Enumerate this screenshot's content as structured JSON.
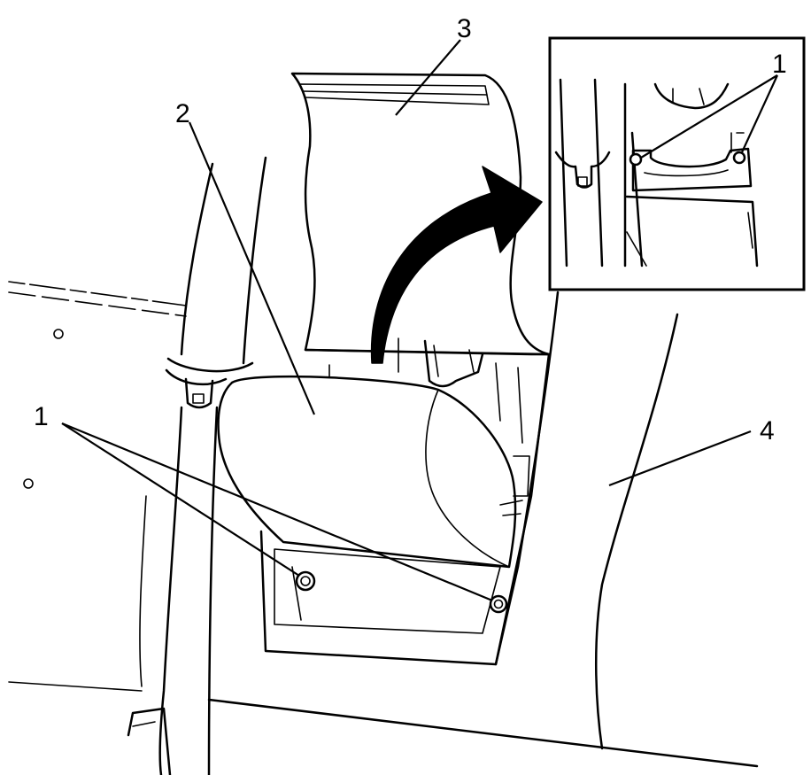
{
  "callouts": {
    "fastener_main": "1",
    "fastener_inset": "1",
    "cover": "2",
    "flap": "3",
    "trim_panel": "4"
  },
  "colors": {
    "line": "#000000",
    "background": "#ffffff",
    "arrow_fill": "#000000"
  }
}
